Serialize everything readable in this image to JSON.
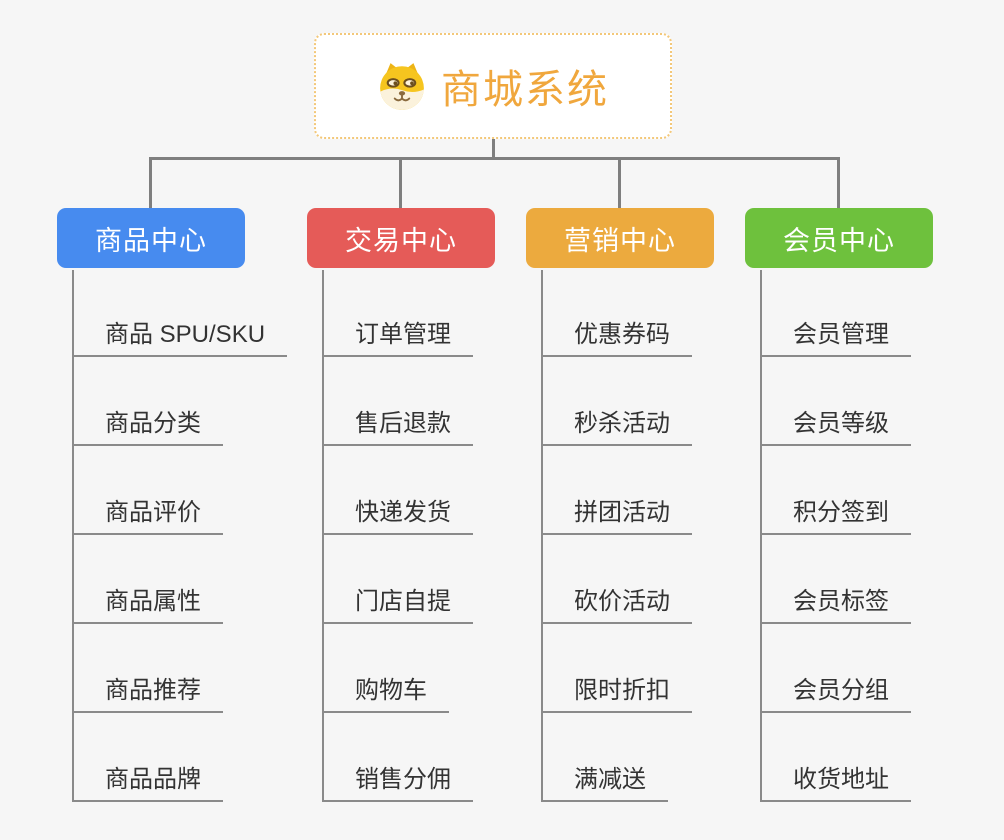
{
  "theme": {
    "background": "#f6f6f6",
    "connector": "#7f7f7f",
    "line": "#8a8a8a",
    "child-text": "#333333",
    "root-border": "#f3c87a",
    "root-text": "#f0a73d"
  },
  "root": {
    "label": "商城系统",
    "icon": "dog-face-icon"
  },
  "branches": [
    {
      "label": "商品中心",
      "color": "#478bef",
      "children": [
        "商品 SPU/SKU",
        "商品分类",
        "商品评价",
        "商品属性",
        "商品推荐",
        "商品品牌"
      ]
    },
    {
      "label": "交易中心",
      "color": "#e55b58",
      "children": [
        "订单管理",
        "售后退款",
        "快递发货",
        "门店自提",
        "购物车",
        "销售分佣"
      ]
    },
    {
      "label": "营销中心",
      "color": "#ecaa3e",
      "children": [
        "优惠券码",
        "秒杀活动",
        "拼团活动",
        "砍价活动",
        "限时折扣",
        "满减送"
      ]
    },
    {
      "label": "会员中心",
      "color": "#6ec13d",
      "children": [
        "会员管理",
        "会员等级",
        "积分签到",
        "会员标签",
        "会员分组",
        "收货地址"
      ]
    }
  ]
}
